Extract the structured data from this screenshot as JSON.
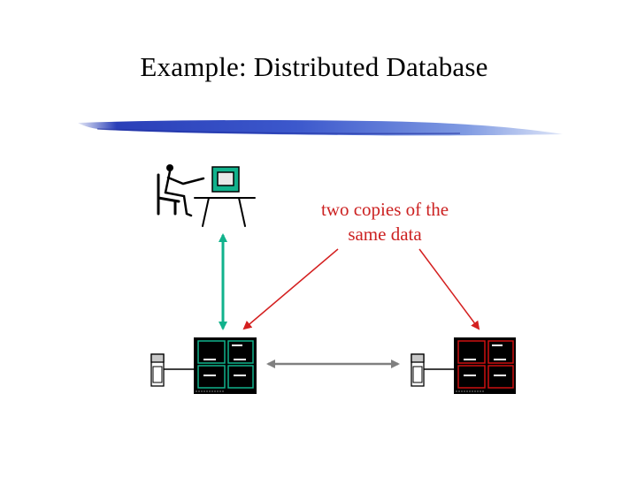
{
  "slide": {
    "title": "Example:  Distributed Database"
  },
  "annotation": {
    "line1": "two copies of the",
    "line2": "same data",
    "color": "#cc2222"
  },
  "colors": {
    "link_user_to_db": "#11b28c",
    "replica_a_accent": "#11b28c",
    "replica_b_accent": "#cc1111",
    "peer_link": "#808080",
    "annotation_arrows": "#d42020",
    "brush_stroke": "#3a55c8"
  },
  "icons": {
    "user": "user-at-computer-icon",
    "server_a": "database-server-icon",
    "server_b": "database-server-icon",
    "client_a": "workstation-tower-icon",
    "client_b": "workstation-tower-icon"
  }
}
